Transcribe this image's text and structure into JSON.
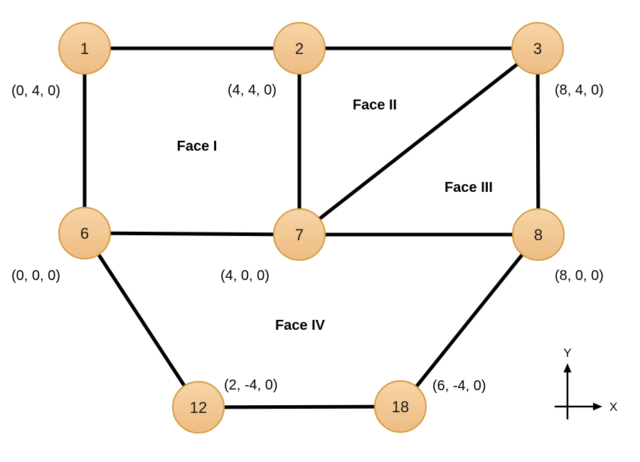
{
  "nodes": [
    {
      "id": "1",
      "coord": "(0, 4, 0)"
    },
    {
      "id": "2",
      "coord": "(4, 4, 0)"
    },
    {
      "id": "3",
      "coord": "(8, 4, 0)"
    },
    {
      "id": "6",
      "coord": "(0, 0, 0)"
    },
    {
      "id": "7",
      "coord": "(4, 0, 0)"
    },
    {
      "id": "8",
      "coord": "(8, 0, 0)"
    },
    {
      "id": "12",
      "coord": "(2, -4, 0)"
    },
    {
      "id": "18",
      "coord": "(6, -4, 0)"
    }
  ],
  "faces": [
    {
      "label": "Face I"
    },
    {
      "label": "Face II"
    },
    {
      "label": "Face III"
    },
    {
      "label": "Face IV"
    }
  ],
  "edges": [
    "1-2",
    "2-3",
    "1-6",
    "2-7",
    "3-8",
    "6-7",
    "7-8",
    "7-3",
    "6-12",
    "12-18",
    "18-8"
  ],
  "axis": {
    "x_label": "X",
    "y_label": "Y"
  },
  "colors": {
    "node_fill_light": "#f7d4a7",
    "node_fill_dark": "#eebc83",
    "node_border": "#d49c42",
    "edge": "#000000",
    "text": "#000000",
    "background": "#ffffff"
  }
}
